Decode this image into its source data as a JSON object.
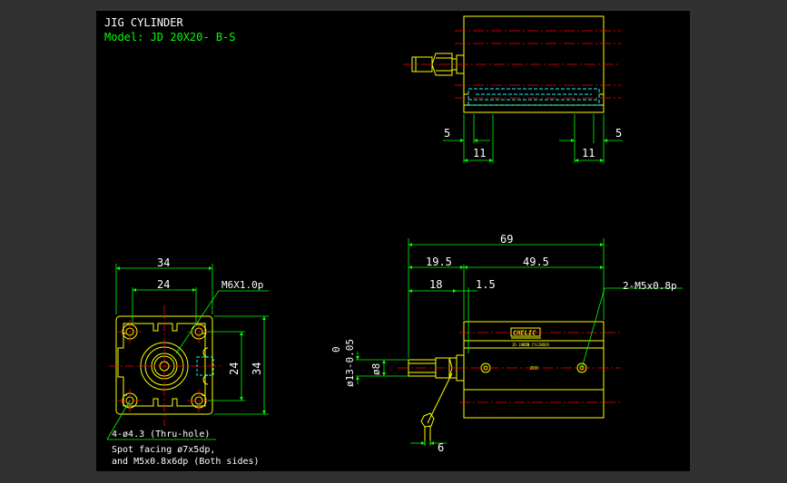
{
  "theme": {
    "background": "#313131",
    "canvas": "#000000",
    "outline": "#ffff00",
    "dimension": "#00ff00",
    "centerline": "#ff0000",
    "hidden": "#00ffff",
    "text": "#ffffff"
  },
  "title_block": {
    "title": "JIG CYLINDER",
    "model": "Model: JD 20X20- B-S"
  },
  "top_view": {
    "dims": {
      "left_offset": "5",
      "right_offset": "5",
      "left_width": "11",
      "right_width": "11"
    }
  },
  "side_view": {
    "dims": {
      "total_length": "69",
      "rod_section": "19.5",
      "body_length": "49.5",
      "rod_extension": "18",
      "gap": "1.5",
      "rod_dia": "ø8",
      "bore_tol": "ø13-0.05",
      "bore_zero": "0",
      "wrench_flat": "6"
    },
    "port_callout": "2-M5x0.8p",
    "label_plate": {
      "brand": "CHELIC",
      "small_line1": "JD 20X20",
      "small_line2": "AIR CYLINDER",
      "center_mark": "Ø00"
    }
  },
  "end_view": {
    "dims": {
      "outer_width": "34",
      "inner_width": "24",
      "inner_height": "24",
      "outer_height": "34"
    },
    "thread_callout": "M6X1.0p",
    "hole_callout": "4-ø4.3 (Thru-hole)",
    "spot_facing_line1": "Spot facing ø7x5dp,",
    "spot_facing_line2": "and M5x0.8x6dp (Both sides)"
  }
}
